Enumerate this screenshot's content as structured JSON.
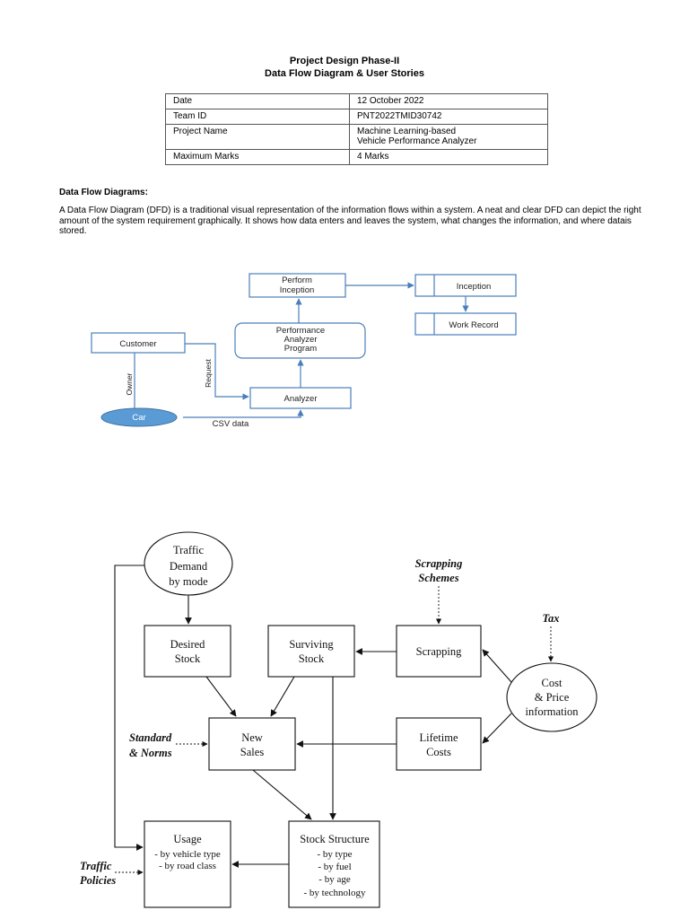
{
  "header": {
    "title_line1": "Project Design Phase-II",
    "title_line2": "Data Flow Diagram & User Stories"
  },
  "info_table": {
    "rows": [
      {
        "key": "Date",
        "value": "12 October 2022"
      },
      {
        "key": "Team ID",
        "value": "PNT2022TMID30742"
      },
      {
        "key": "Project Name",
        "value": "Machine Learning-based\nVehicle Performance Analyzer"
      },
      {
        "key": "Maximum Marks",
        "value": "4 Marks"
      }
    ]
  },
  "section": {
    "heading": "Data Flow Diagrams:",
    "paragraph": "A Data Flow Diagram (DFD) is a traditional visual representation of the information flows within a system. A neat and clear DFD can depict the right amount of the system requirement graphically. It shows how data enters and leaves the system, what changes the information, and where datais stored."
  },
  "diagram1": {
    "colors": {
      "box_stroke": "#4a7ebb",
      "ellipse_fill": "#5b9bd5"
    },
    "perform_inception": [
      "Perform",
      "Inception"
    ],
    "inception": "Inception",
    "work_record": "Work Record",
    "performance_program": [
      "Performance",
      "Analyzer",
      "Program"
    ],
    "customer": "Customer",
    "analyzer": "Analyzer",
    "car": "Car",
    "label_owner": "Owner",
    "label_request": "Request",
    "label_csv": "CSV data"
  },
  "diagram2": {
    "traffic_demand": [
      "Traffic",
      "Demand",
      "by  mode"
    ],
    "desired_stock": [
      "Desired",
      "Stock"
    ],
    "surviving_stock": [
      "Surviving",
      "Stock"
    ],
    "scrapping": "Scrapping",
    "scrapping_schemes": [
      "Scrapping",
      "Schemes"
    ],
    "tax": "Tax",
    "cost_price": [
      "Cost",
      "& Price",
      "information"
    ],
    "standard_norms": [
      "Standard",
      "& Norms"
    ],
    "new_sales": [
      "New",
      "Sales"
    ],
    "lifetime_costs": [
      "Lifetime",
      "Costs"
    ],
    "usage": [
      "Usage",
      "- by vehicle type",
      "- by road class"
    ],
    "traffic_policies": [
      "Traffic",
      "Policies"
    ],
    "stock_structure": [
      "Stock Structure",
      "- by type",
      "- by fuel",
      "- by age",
      "- by technology"
    ]
  }
}
